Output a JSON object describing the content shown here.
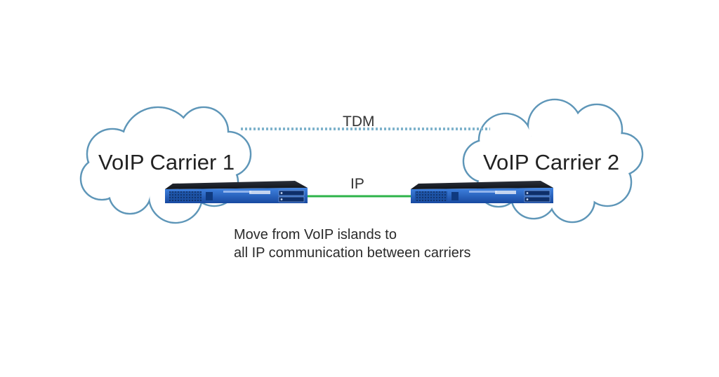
{
  "clouds": [
    {
      "id": "carrier1",
      "label": "VoIP Carrier 1"
    },
    {
      "id": "carrier2",
      "label": "VoIP Carrier 2"
    }
  ],
  "links": {
    "tdm": {
      "label": "TDM",
      "color": "#7fb3cc",
      "style": "dotted"
    },
    "ip": {
      "label": "IP",
      "color": "#2db34a",
      "style": "solid"
    }
  },
  "caption": {
    "line1": "Move from VoIP islands to",
    "line2": "all IP communication between carriers"
  },
  "devices": [
    {
      "id": "gateway-left",
      "color": "#1f5fb8"
    },
    {
      "id": "gateway-right",
      "color": "#1f5fb8"
    }
  ]
}
